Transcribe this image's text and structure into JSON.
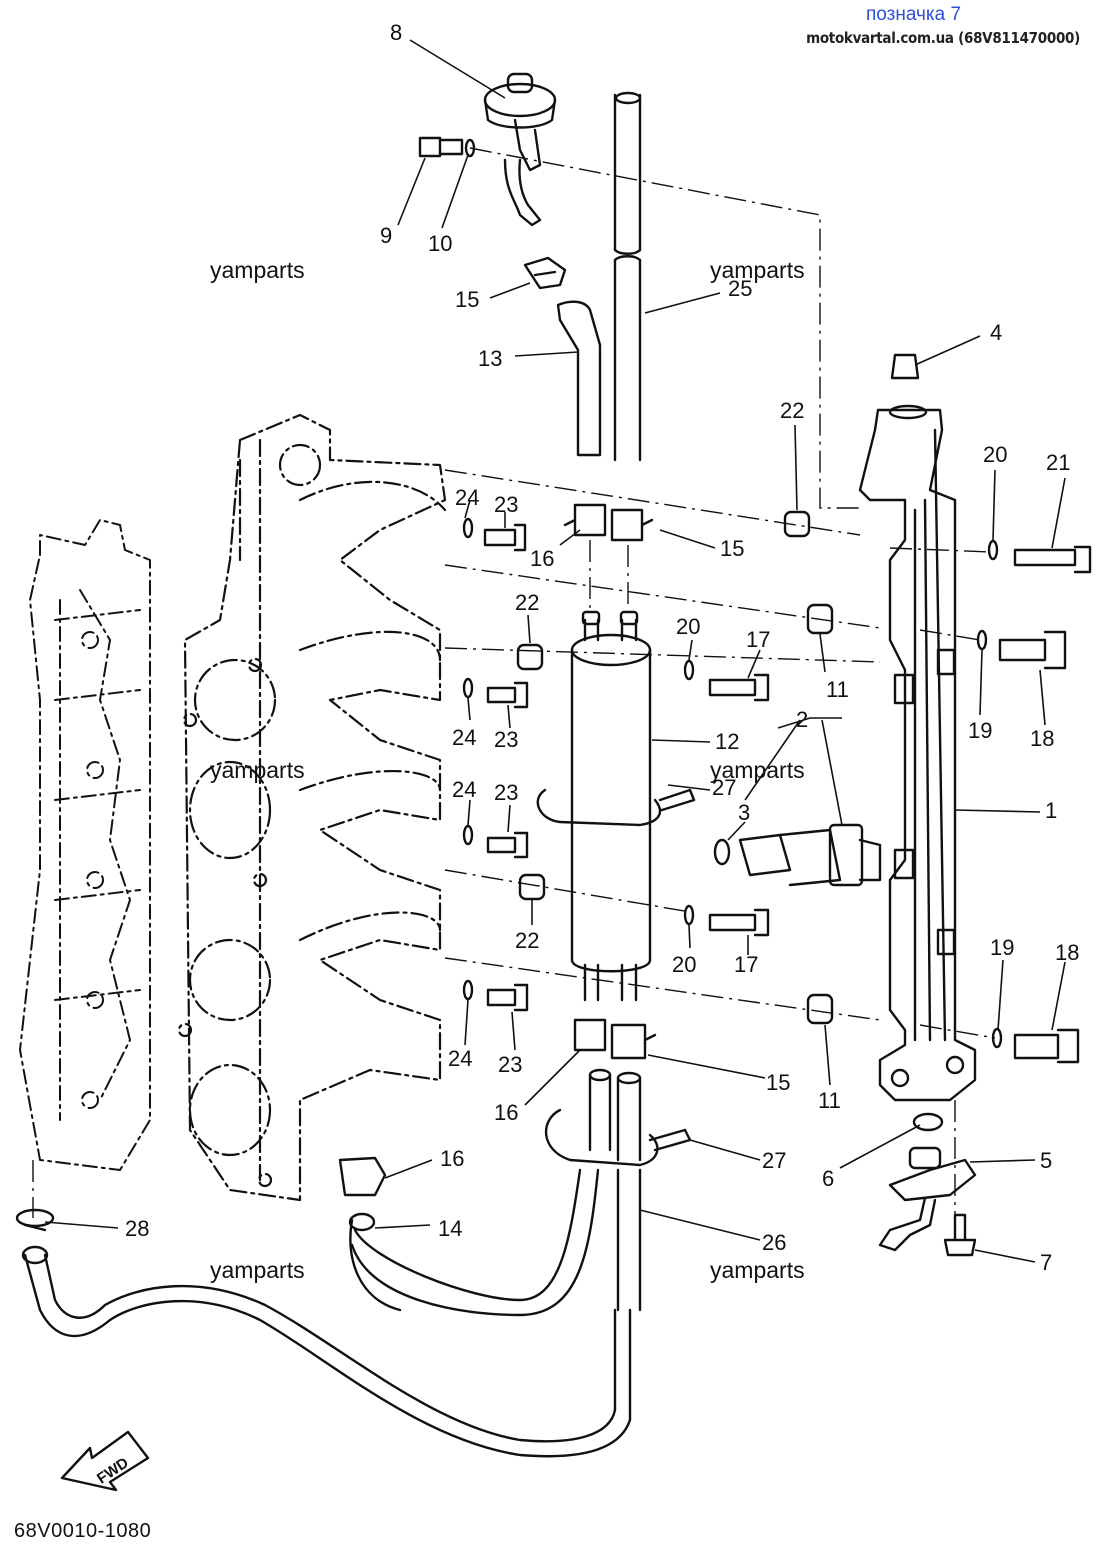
{
  "header": {
    "label": "позначка 7",
    "source": "motokvartal.com.ua (68V811470000)"
  },
  "watermarks": [
    "yamparts",
    "yamparts",
    "yamparts",
    "yamparts",
    "yamparts",
    "yamparts"
  ],
  "callouts": [
    "8",
    "9",
    "10",
    "15",
    "13",
    "25",
    "4",
    "22",
    "20",
    "21",
    "24",
    "23",
    "16",
    "15",
    "22",
    "20",
    "17",
    "11",
    "19",
    "18",
    "24",
    "23",
    "12",
    "2",
    "1",
    "24",
    "23",
    "27",
    "3",
    "22",
    "20",
    "17",
    "19",
    "18",
    "24",
    "23",
    "16",
    "15",
    "11",
    "6",
    "5",
    "16",
    "27",
    "28",
    "14",
    "26",
    "7"
  ],
  "direction_marker": "FWD",
  "drawing_code": "68V0010-1080",
  "colors": {
    "header_label": "#2d4fd8",
    "ink": "#111111"
  }
}
